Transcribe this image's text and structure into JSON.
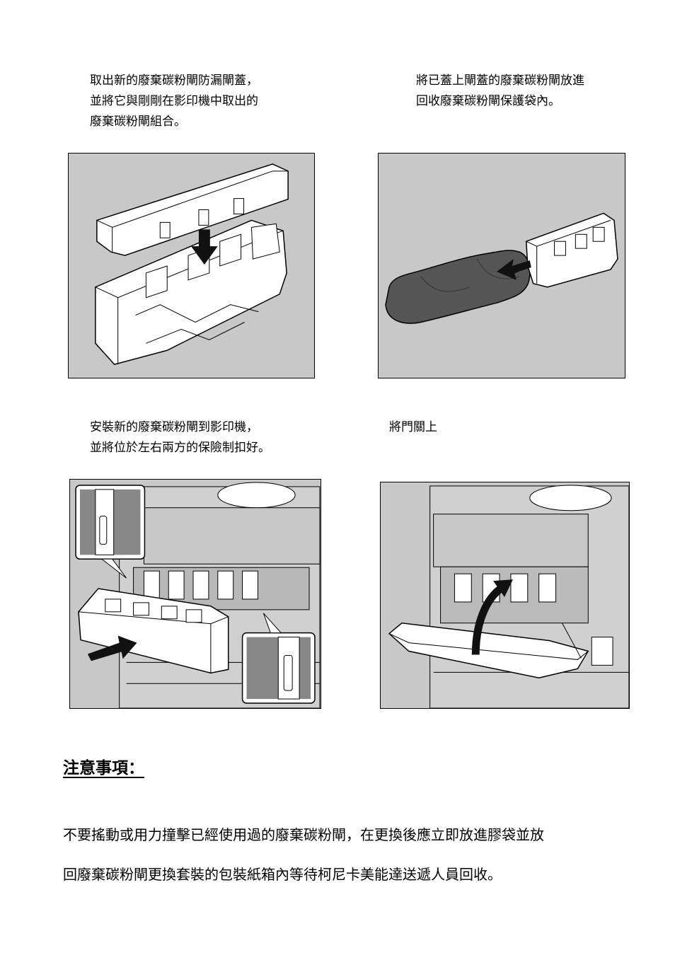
{
  "steps": [
    {
      "lines": [
        "取出新的廢棄碳粉閘防漏閘蓋，",
        "並將它與剛剛在影印機中取出的",
        "廢棄碳粉閘組合。"
      ]
    },
    {
      "lines": [
        "將已蓋上閘蓋的廢棄碳粉閘放進",
        "回收廢棄碳粉閘保護袋內。"
      ]
    },
    {
      "lines": [
        "安裝新的廢棄碳粉閘到影印機，",
        "並將位於左右兩方的保險制扣好。"
      ]
    },
    {
      "lines": [
        "將門關上"
      ]
    }
  ],
  "note": {
    "title": "注意事項：",
    "lines": [
      "不要搖動或用力撞擊已經使用過的廢棄碳粉閘，在更換後應立即放進膠袋並放",
      "回廢棄碳粉閘更換套裝的包裝紙箱內等待柯尼卡美能達送遞人員回收。"
    ]
  },
  "colors": {
    "figure_bg": "#c8c8c8",
    "part_fill": "#ffffff",
    "bag_fill": "#555555",
    "arrow_fill": "#111111"
  }
}
